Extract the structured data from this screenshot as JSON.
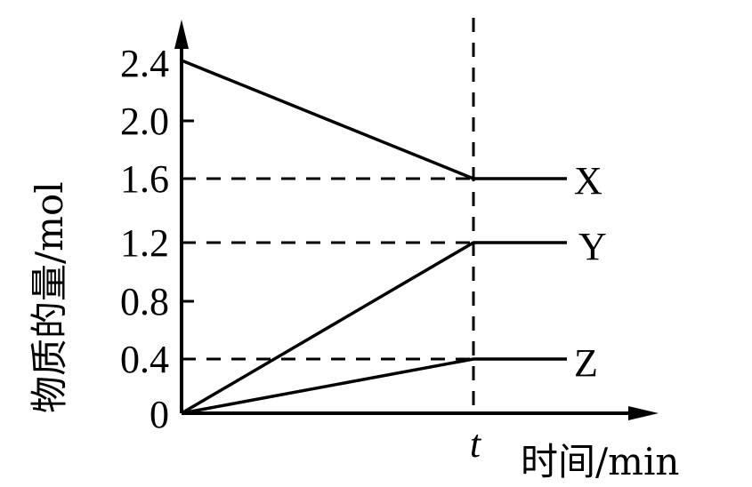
{
  "chart_data": {
    "type": "line",
    "title": "",
    "xlabel": "时间/min",
    "ylabel": "物质的量/mol",
    "x_tick_labels": [
      "t"
    ],
    "y_tick_labels": [
      "0",
      "0.4",
      "0.8",
      "1.2",
      "1.6",
      "2.0",
      "2.4"
    ],
    "y_ticks": [
      0,
      0.4,
      0.8,
      1.2,
      1.6,
      2.0,
      2.4
    ],
    "ylim": [
      0,
      2.4
    ],
    "x": [
      "0",
      "t",
      "after t"
    ],
    "series": [
      {
        "name": "X",
        "values": [
          2.4,
          1.6,
          1.6
        ]
      },
      {
        "name": "Y",
        "values": [
          0,
          1.2,
          1.2
        ]
      },
      {
        "name": "Z",
        "values": [
          0,
          0.4,
          0.4
        ]
      }
    ],
    "annotations": [
      "dashed vertical line at t",
      "dashed horizontal guides at 1.6, 1.2, 0.4 from y-axis to t"
    ],
    "grid": false,
    "legend": "inline labels at line ends"
  },
  "axes": {
    "x_title": "时间/min",
    "y_title": "物质的量/mol",
    "t_label": "t",
    "origin_label": "0"
  },
  "colors": {
    "line": "#000000",
    "background": "#ffffff"
  }
}
